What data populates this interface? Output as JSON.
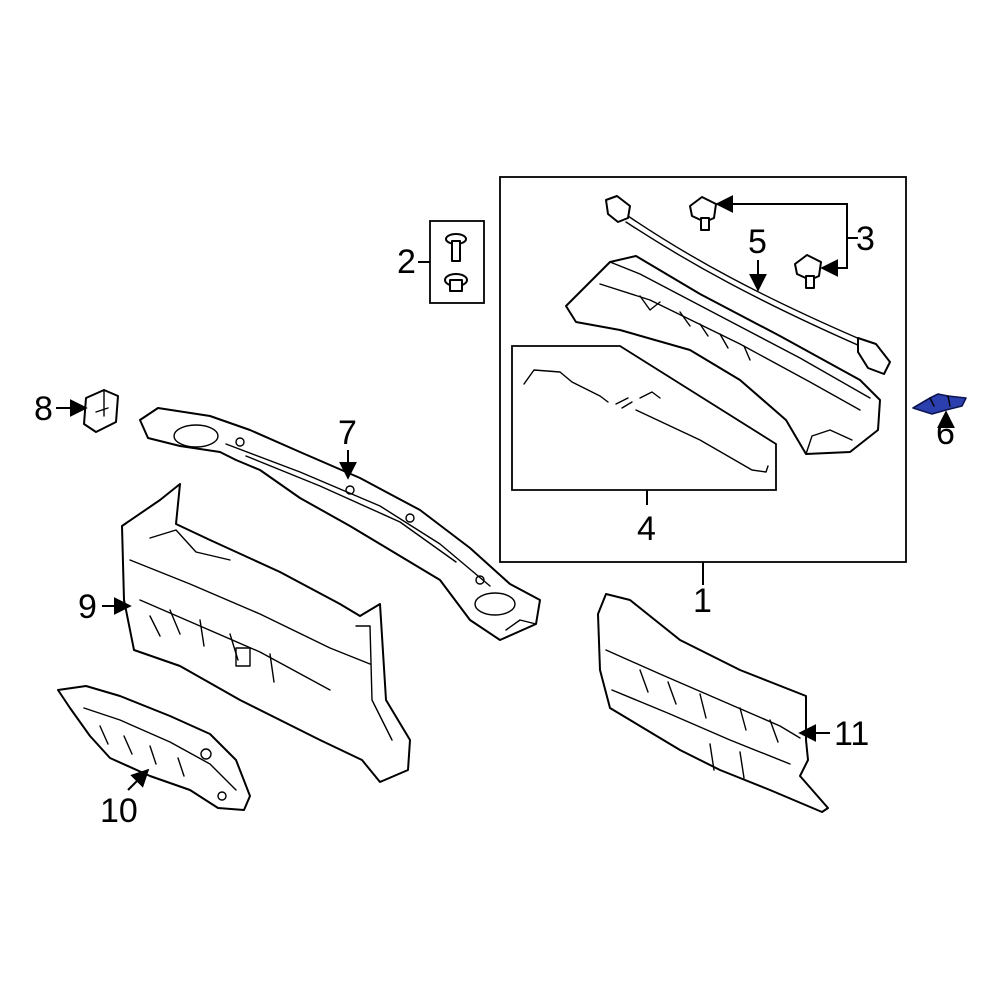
{
  "diagram": {
    "callouts": {
      "c1": "1",
      "c2": "2",
      "c3": "3",
      "c4": "4",
      "c5": "5",
      "c6": "6",
      "c7": "7",
      "c8": "8",
      "c9": "9",
      "c10": "10",
      "c11": "11"
    },
    "highlight_color": "#2c3fae",
    "highlighted_part": "6"
  }
}
